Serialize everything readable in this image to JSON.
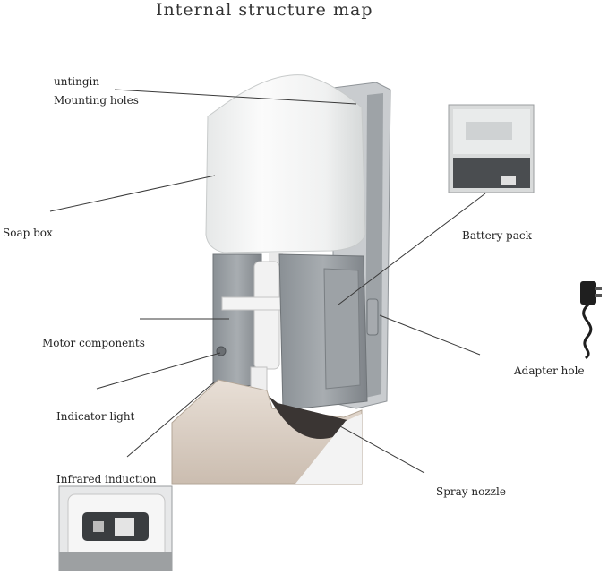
{
  "title": "Internal structure map",
  "labels": {
    "mounting_fragment": "untingin",
    "mounting_holes": "Mounting holes",
    "soap_box": "Soap box",
    "motor_components": "Motor components",
    "indicator_light": "Indicator light",
    "infrared_induction": "Infrared induction",
    "battery_pack": "Battery pack",
    "adapter_hole": "Adapter hole",
    "spray_nozzle": "Spray nozzle"
  }
}
